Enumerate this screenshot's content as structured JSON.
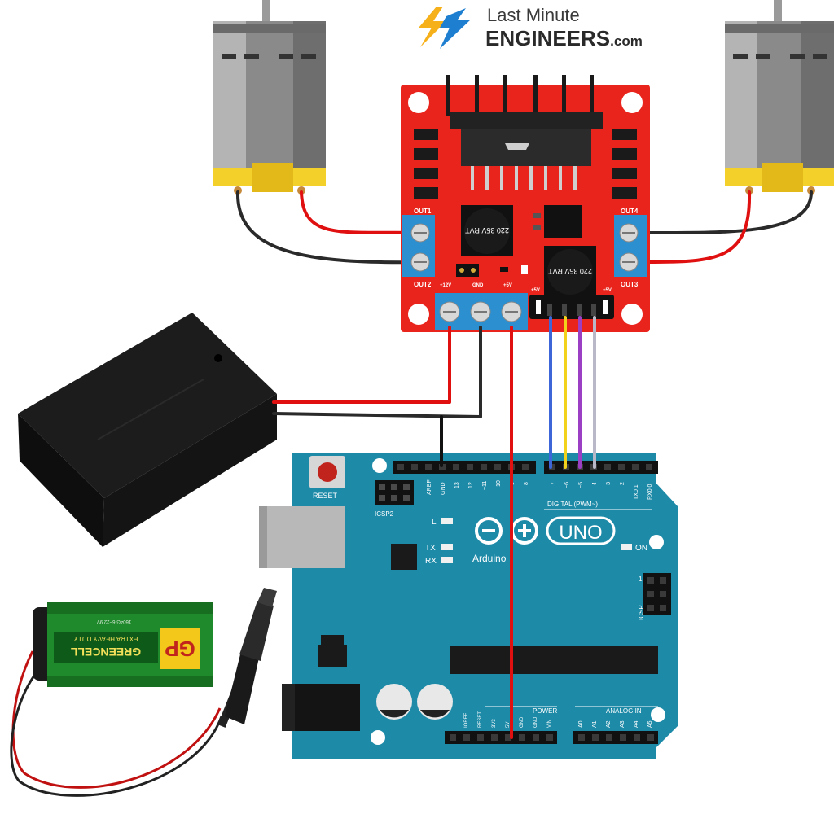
{
  "logo": {
    "line1": "Last Minute",
    "line2": "ENGINEERS",
    "suffix": ".com"
  },
  "driver": {
    "out1": "OUT1",
    "out2": "OUT2",
    "out3": "OUT3",
    "out4": "OUT4",
    "pwr_12v": "+12V",
    "pwr_gnd": "GND",
    "pwr_5v": "+5V",
    "en_5v_left": "+5V",
    "en_5v_right": "+5V",
    "cap_left": "220 35V RVT",
    "cap_right": "220 35V RVT"
  },
  "arduino": {
    "reset": "RESET",
    "icsp2": "ICSP2",
    "icsp": "ICSP",
    "aref": "AREF",
    "gnd": "GND",
    "digital_label": "DIGITAL (PWM~)",
    "pins_top": [
      "13",
      "12",
      "~11",
      "~10",
      "~9",
      "8",
      "7",
      "~6",
      "~5",
      "4",
      "~3",
      "2",
      "TX0 1",
      "RX0 0"
    ],
    "led_l": "L",
    "led_tx": "TX",
    "led_rx": "RX",
    "on": "ON",
    "brand": "Arduino",
    "model": "UNO",
    "power_label": "POWER",
    "analog_label": "ANALOG IN",
    "power_pins": [
      "IOREF",
      "RESET",
      "3V3",
      "5V",
      "GND",
      "GND",
      "VIN"
    ],
    "analog_pins": [
      "A0",
      "A1",
      "A2",
      "A3",
      "A4",
      "A5"
    ],
    "icsp_one": "1"
  },
  "battery": {
    "brand": "GP",
    "line1": "GREENCELL",
    "line2": "EXTRA HEAVY DUTY",
    "line3": "1604G 6F22 9V"
  },
  "colors": {
    "board_red": "#e8241c",
    "arduino_blue": "#1d8aa8",
    "terminal_blue": "#2b8fd0",
    "wire_red": "#e01010",
    "wire_black": "#2a2a2a",
    "wire_blue": "#3d67d8",
    "wire_yellow": "#f2d21b",
    "wire_purple": "#9b3fc4",
    "wire_gray": "#b8b8c8",
    "motor_gray": "#8c8c8c",
    "motor_yellow": "#f4d12a"
  }
}
